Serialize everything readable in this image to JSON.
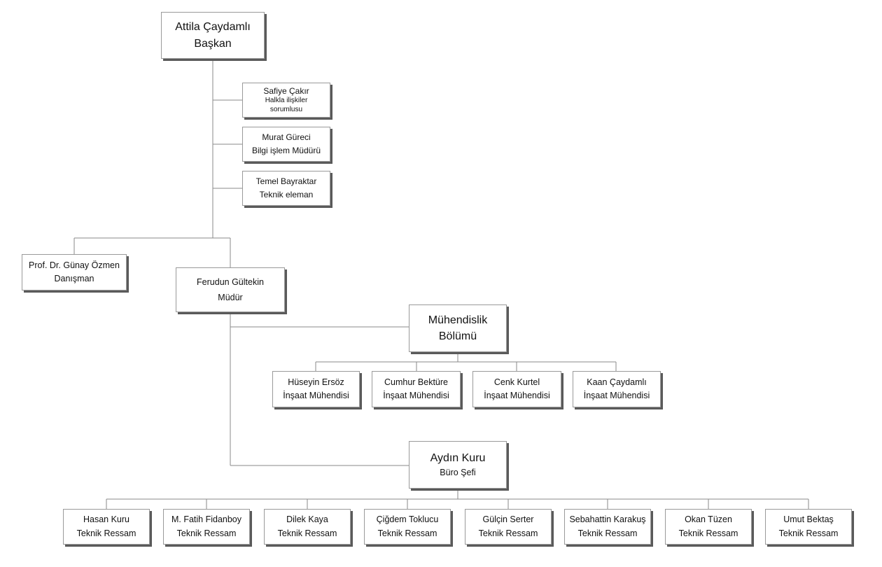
{
  "chairman": {
    "name": "Attila Çaydamlı",
    "title": "Başkan"
  },
  "staff": [
    {
      "name": "Safiye Çakır",
      "title_line1": "Halkla ilişkiler",
      "title_line2": "sorumlusu"
    },
    {
      "name": "Murat Güreci",
      "title": "Bilgi işlem Müdürü"
    },
    {
      "name": "Temel Bayraktar",
      "title": "Teknik eleman"
    }
  ],
  "advisor": {
    "name": "Prof. Dr. Günay Özmen",
    "title": "Danışman"
  },
  "manager": {
    "name": "Ferudun Gültekin",
    "title": "Müdür"
  },
  "engineering": {
    "title_line1": "Mühendislik",
    "title_line2": "Bölümü",
    "members": [
      {
        "name": "Hüseyin Ersöz",
        "title": "İnşaat Mühendisi"
      },
      {
        "name": "Cumhur Bektüre",
        "title": "İnşaat Mühendisi"
      },
      {
        "name": "Cenk Kurtel",
        "title": "İnşaat Mühendisi"
      },
      {
        "name": "Kaan Çaydamlı",
        "title": "İnşaat Mühendisi"
      }
    ]
  },
  "office": {
    "name": "Aydın Kuru",
    "title": "Büro Şefi",
    "members": [
      {
        "name": "Hasan Kuru",
        "title": "Teknik Ressam"
      },
      {
        "name": "M. Fatih Fidanboy",
        "title": "Teknik Ressam"
      },
      {
        "name": "Dilek Kaya",
        "title": "Teknik Ressam"
      },
      {
        "name": "Çiğdem Toklucu",
        "title": "Teknik Ressam"
      },
      {
        "name": "Gülçin Serter",
        "title": "Teknik Ressam"
      },
      {
        "name": "Sebahattin Karakuş",
        "title": "Teknik Ressam"
      },
      {
        "name": "Okan Tüzen",
        "title": "Teknik Ressam"
      },
      {
        "name": "Umut Bektaş",
        "title": "Teknik Ressam"
      }
    ]
  }
}
